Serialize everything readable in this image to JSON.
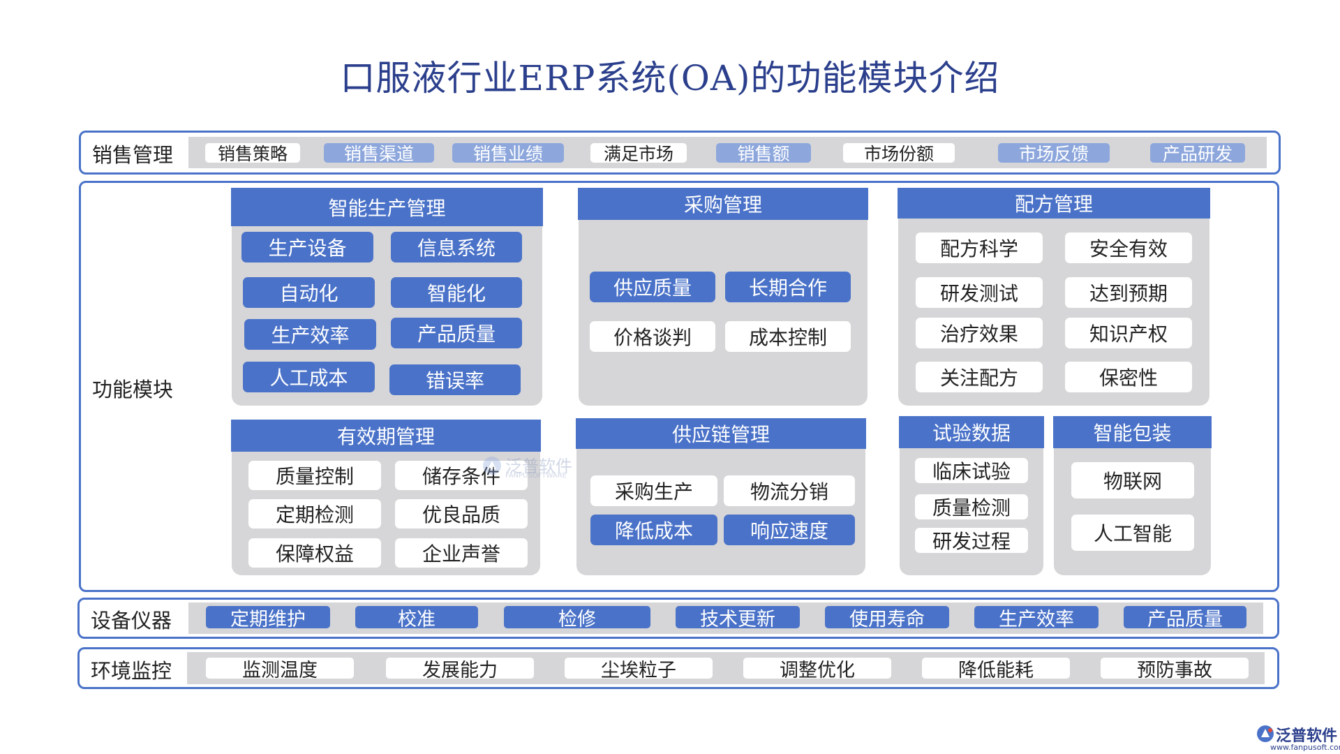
{
  "title": "口服液行业ERP系统(OA)的功能模块介绍",
  "sales": {
    "label": "销售管理",
    "items": [
      "销售策略",
      "销售渠道",
      "销售业绩",
      "满足市场",
      "销售额",
      "市场份额",
      "市场反馈",
      "产品研发"
    ]
  },
  "modules": {
    "label": "功能模块",
    "smart_production": {
      "header": "智能生产管理",
      "items": [
        "生产设备",
        "信息系统",
        "自动化",
        "智能化",
        "生产效率",
        "产品质量",
        "人工成本",
        "错误率"
      ]
    },
    "procurement": {
      "header": "采购管理",
      "items": [
        "供应质量",
        "长期合作",
        "价格谈判",
        "成本控制"
      ]
    },
    "formula": {
      "header": "配方管理",
      "items": [
        "配方科学",
        "安全有效",
        "研发测试",
        "达到预期",
        "治疗效果",
        "知识产权",
        "关注配方",
        "保密性"
      ]
    },
    "shelf_life": {
      "header": "有效期管理",
      "items": [
        "质量控制",
        "储存条件",
        "定期检测",
        "优良品质",
        "保障权益",
        "企业声誉"
      ]
    },
    "supply_chain": {
      "header": "供应链管理",
      "items": [
        "采购生产",
        "物流分销",
        "降低成本",
        "响应速度"
      ]
    },
    "trial_data": {
      "header": "试验数据",
      "items": [
        "临床试验",
        "质量检测",
        "研发过程"
      ]
    },
    "smart_packaging": {
      "header": "智能包装",
      "items": [
        "物联网",
        "人工智能"
      ]
    }
  },
  "equipment": {
    "label": "设备仪器",
    "items": [
      "定期维护",
      "校准",
      "检修",
      "技术更新",
      "使用寿命",
      "生产效率",
      "产品质量"
    ]
  },
  "environment": {
    "label": "环境监控",
    "items": [
      "监测温度",
      "发展能力",
      "尘埃粒子",
      "调整优化",
      "降低能耗",
      "预防事故"
    ]
  },
  "watermark": {
    "brand": "泛普软件",
    "sub": "FANPUSOFTWARE"
  },
  "logo": {
    "brand": "泛普软件",
    "url": "www.fanpusoft.com"
  },
  "colors": {
    "primary": "#4a72c8",
    "light": "#8da7dc",
    "panel": "#d6d6d8",
    "title": "#2b3f8c"
  }
}
